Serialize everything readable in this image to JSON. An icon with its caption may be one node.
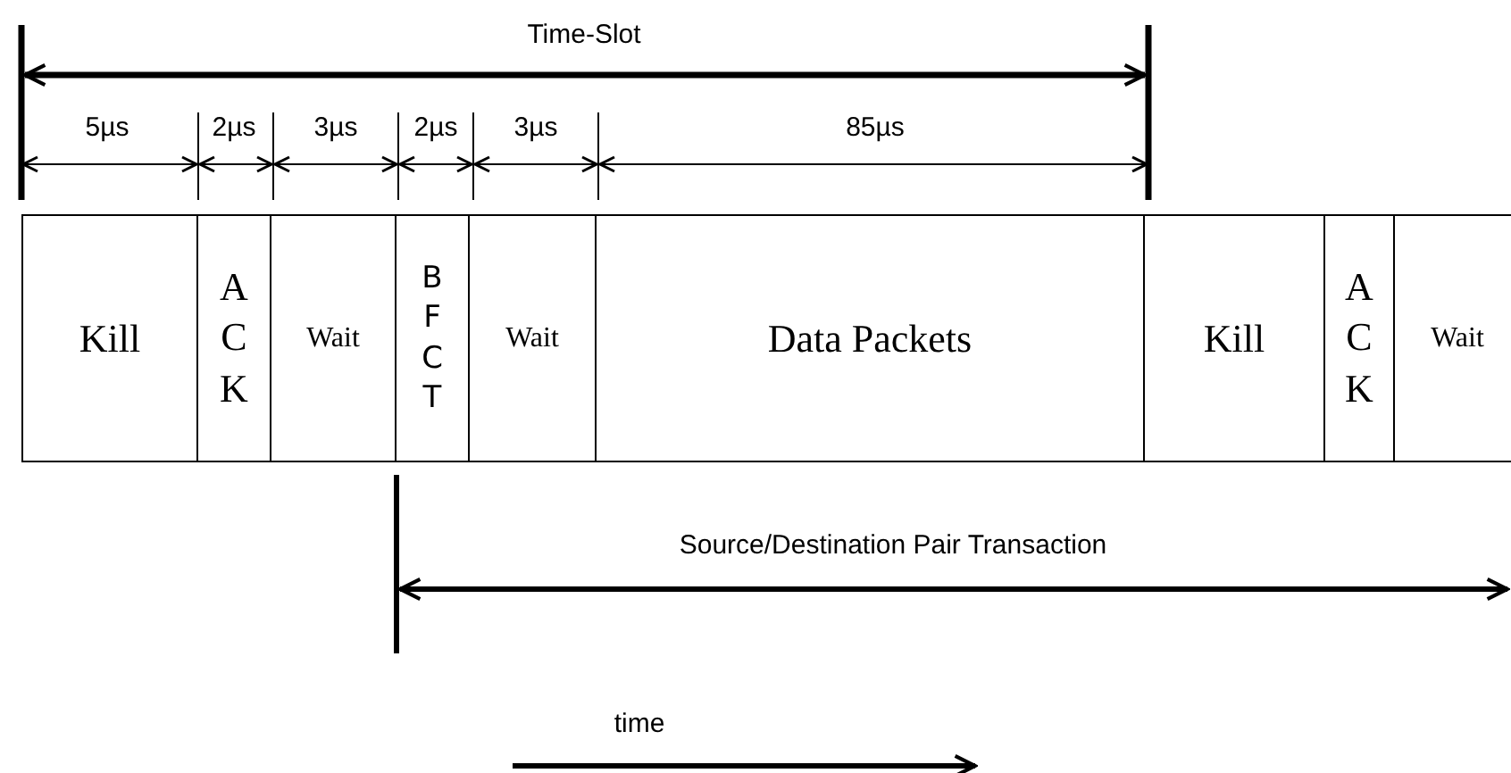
{
  "diagram": {
    "nodes": [
      {
        "text": [
          "Kill"
        ]
      },
      {
        "text": [
          "ACK"
        ]
      },
      {
        "text": [
          "Wait"
        ]
      },
      {
        "text": [
          "BFCT"
        ]
      },
      {
        "text": [
          "Wait"
        ]
      },
      {
        "text": [
          "Data Packets"
        ]
      },
      {
        "text": [
          "Kill"
        ]
      },
      {
        "text": [
          "ACK"
        ]
      },
      {
        "text": [
          "Wait"
        ]
      }
    ],
    "labels": [
      "Time-Slot",
      "5µs",
      "2µs",
      "3µs",
      "2µs",
      "3µs",
      "85µs",
      "Source/Destination Pair Transaction",
      "time"
    ]
  }
}
